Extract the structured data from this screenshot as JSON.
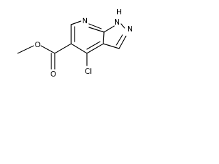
{
  "molecule": {
    "atoms": {
      "n_pyridine": "N",
      "n_h": "N",
      "h": "H",
      "n_pyrazole": "N",
      "cl": "Cl",
      "o_carbonyl": "O",
      "o_ester": "O"
    }
  }
}
